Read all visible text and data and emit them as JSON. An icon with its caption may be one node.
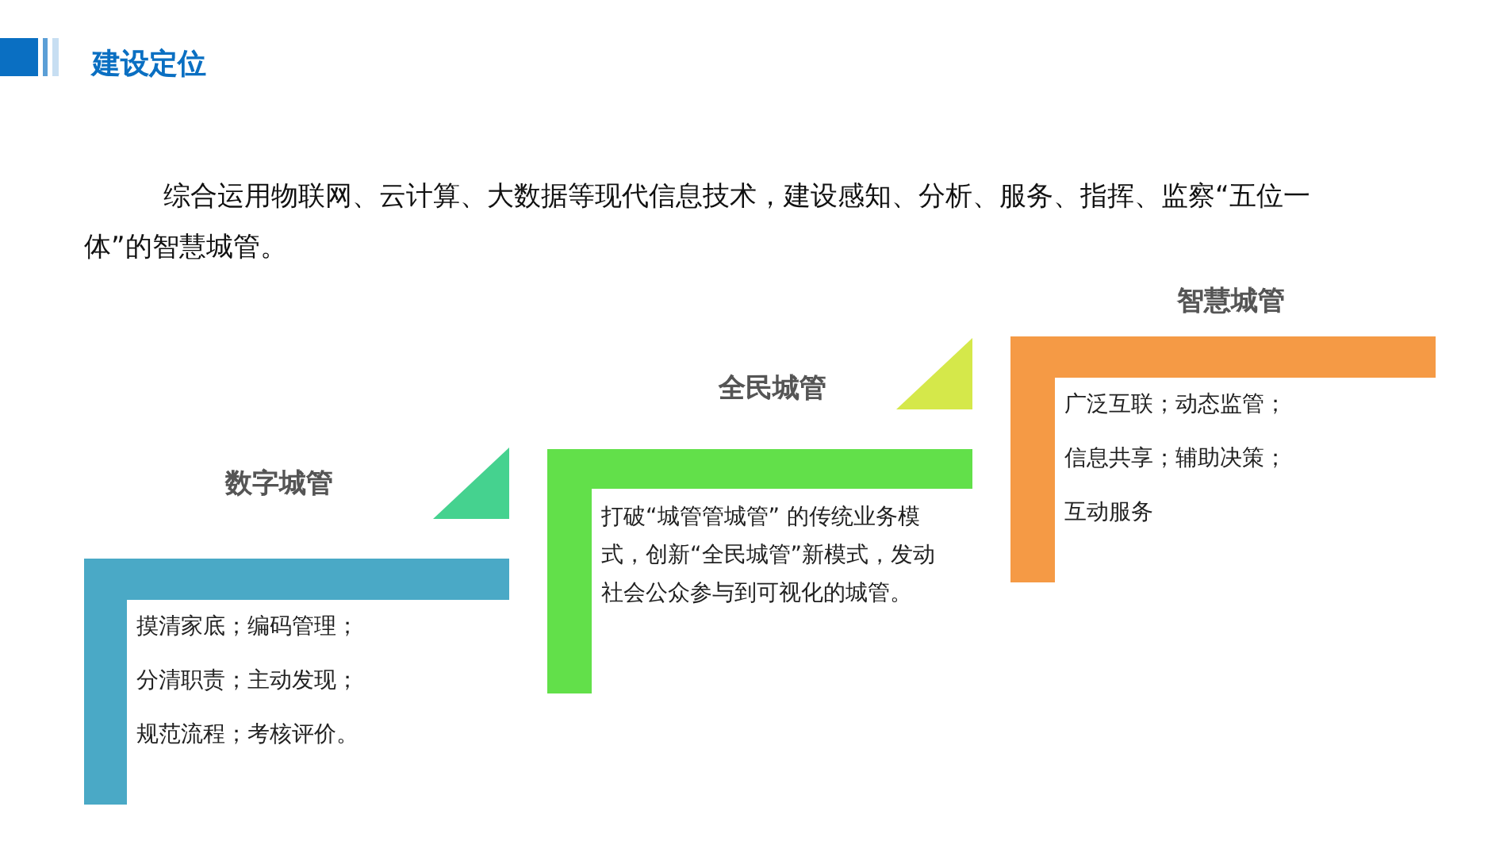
{
  "diagram": {
    "title": "建设定位",
    "nodes": [
      {
        "text": [
          "数字城管",
          "摸清家底；编码管理；",
          "分清职责；主动发现；",
          "规范流程；考核评价。"
        ]
      },
      {
        "text": [
          "全民城管",
          "打破“城管管城管” 的传统业务模式，创新“全民城管”新模式，发动社会公众参与到可视化的城管。"
        ]
      },
      {
        "text": [
          "智慧城管",
          "广泛互联；动态监管；",
          "信息共享；辅助决策；",
          "互动服务"
        ]
      }
    ],
    "edges": [],
    "labels": [
      "综合运用物联网、云计算、大数据等现代信息技术，建设感知、分析、服务、指挥、监察“五位一体”的智慧城管。"
    ]
  }
}
